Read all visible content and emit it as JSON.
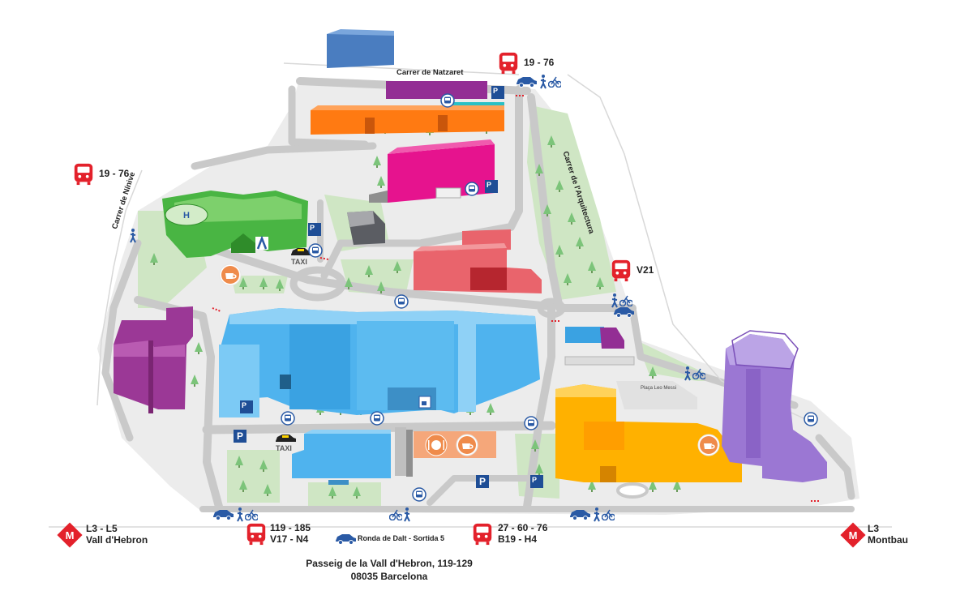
{
  "streets": {
    "north": "Carrer de Natzaret",
    "west": "Carrer de Nínive",
    "east": "Carrer de l'Arquitectura"
  },
  "bus_stops": [
    {
      "id": "north",
      "lines": "19 - 76"
    },
    {
      "id": "west",
      "lines": "19 - 76"
    },
    {
      "id": "east",
      "lines": "V21"
    },
    {
      "id": "south-1",
      "lines": [
        "119 - 185",
        "V17 - N4"
      ]
    },
    {
      "id": "south-2",
      "lines": [
        "27 - 60 - 76",
        "B19 - H4"
      ]
    }
  ],
  "metro": [
    {
      "id": "vall-hebron",
      "lines": "L3 - L5",
      "station": "Vall d'Hebron",
      "symbol": "M"
    },
    {
      "id": "montbau",
      "lines": "L3",
      "station": "Montbau",
      "symbol": "M"
    }
  ],
  "road_exit": "Ronda de Dalt - Sortida 5",
  "taxi": [
    "TAXI",
    "TAXI"
  ],
  "plaza": "Plaça Leo Messi",
  "parking_symbol": "P",
  "parking_accessible_symbol": "P",
  "address": {
    "line1": "Passeig de la Vall d'Hebron, 119-129",
    "line2": "08035 Barcelona"
  },
  "colors": {
    "bus_red": "#e3212b",
    "metro_red": "#e3212b",
    "parking_blue": "#1f4e96",
    "icon_blue": "#2a5aa5",
    "road": "#c9c9c9",
    "ground": "#ececec",
    "green_area": "#cfe6c4",
    "building_blue": "#4fb3ee",
    "building_orange": "#ff7a12",
    "building_magenta": "#e6138e",
    "building_purple_top": "#932e94",
    "building_green": "#49b543",
    "building_red": "#e9646c",
    "building_darkblue": "#4a7dc0",
    "building_yellow": "#ffb100",
    "building_violet": "#9b77d3",
    "building_purple_left": "#9b3896",
    "building_grey": "#5b5d63",
    "restaurant": "#f5a77a",
    "cafe_circle": "#ef8b4b"
  },
  "icons": [
    "bus-stop-icon",
    "metro-icon",
    "parking-icon",
    "accessible-parking-icon",
    "car-icon",
    "pedestrian-icon",
    "bicycle-icon",
    "helipad-icon",
    "taxi-icon",
    "cafe-icon",
    "restaurant-icon",
    "emergency-entrance-icon",
    "coffee-machine-icon"
  ]
}
